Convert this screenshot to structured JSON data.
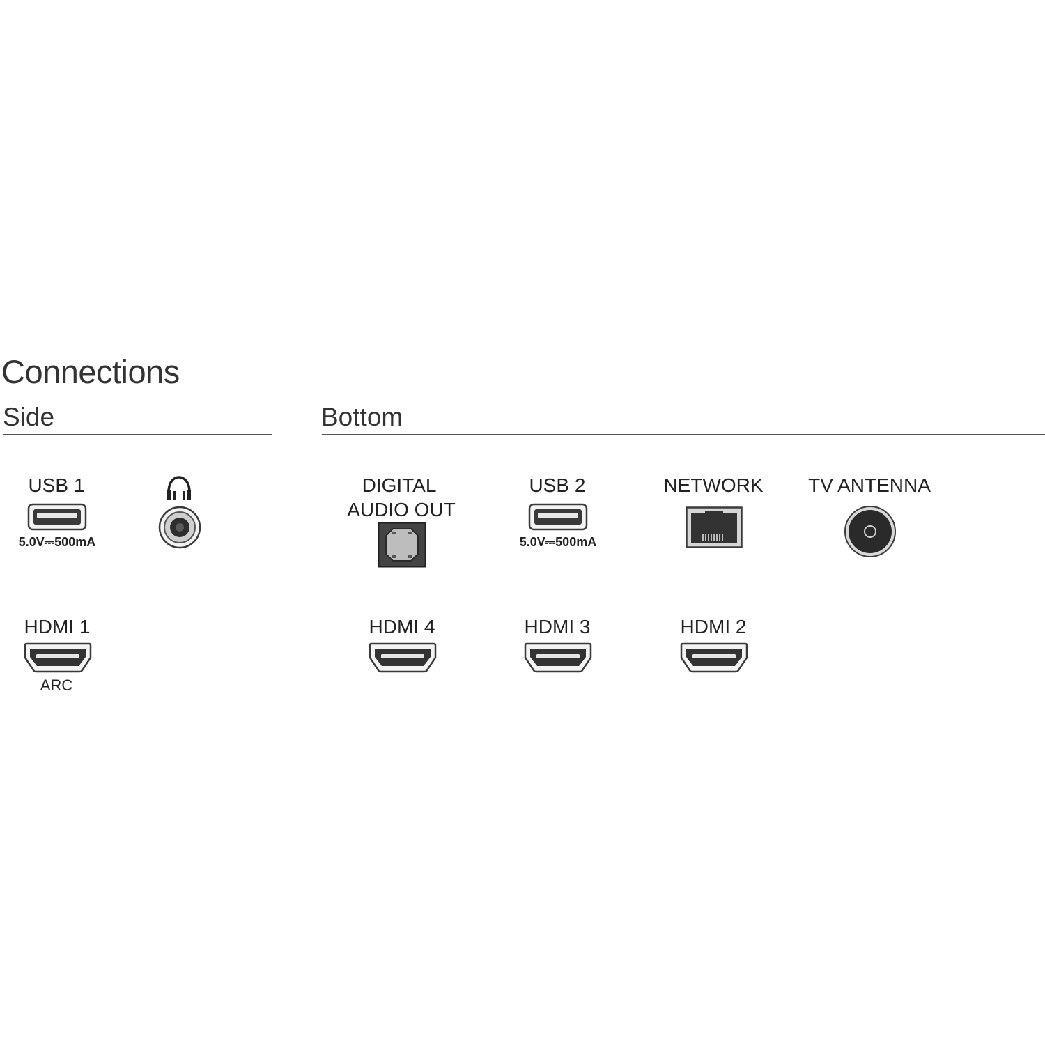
{
  "title": "Connections",
  "sections": {
    "side": "Side",
    "bottom": "Bottom"
  },
  "ports": {
    "usb1": {
      "label": "USB 1",
      "spec": "5.0V⎓500mA",
      "icon": "usb-port-icon"
    },
    "headphone": {
      "label": "",
      "icon": "headphone-jack-icon"
    },
    "hdmi1": {
      "label": "HDMI 1",
      "note": "ARC",
      "icon": "hdmi-port-icon"
    },
    "digital_audio_out": {
      "label_line1": "DIGITAL",
      "label_line2": "AUDIO OUT",
      "icon": "optical-port-icon"
    },
    "usb2": {
      "label": "USB 2",
      "spec": "5.0V⎓500mA",
      "icon": "usb-port-icon"
    },
    "network": {
      "label": "NETWORK",
      "icon": "ethernet-port-icon"
    },
    "tv_antenna": {
      "label": "TV ANTENNA",
      "icon": "coax-port-icon"
    },
    "hdmi4": {
      "label": "HDMI 4",
      "icon": "hdmi-port-icon"
    },
    "hdmi3": {
      "label": "HDMI 3",
      "icon": "hdmi-port-icon"
    },
    "hdmi2": {
      "label": "HDMI 2",
      "icon": "hdmi-port-icon"
    }
  },
  "colors": {
    "text": "#222222",
    "rule": "#555555",
    "port_dark": "#3a3a3a",
    "port_fill": "#eeeeee"
  }
}
